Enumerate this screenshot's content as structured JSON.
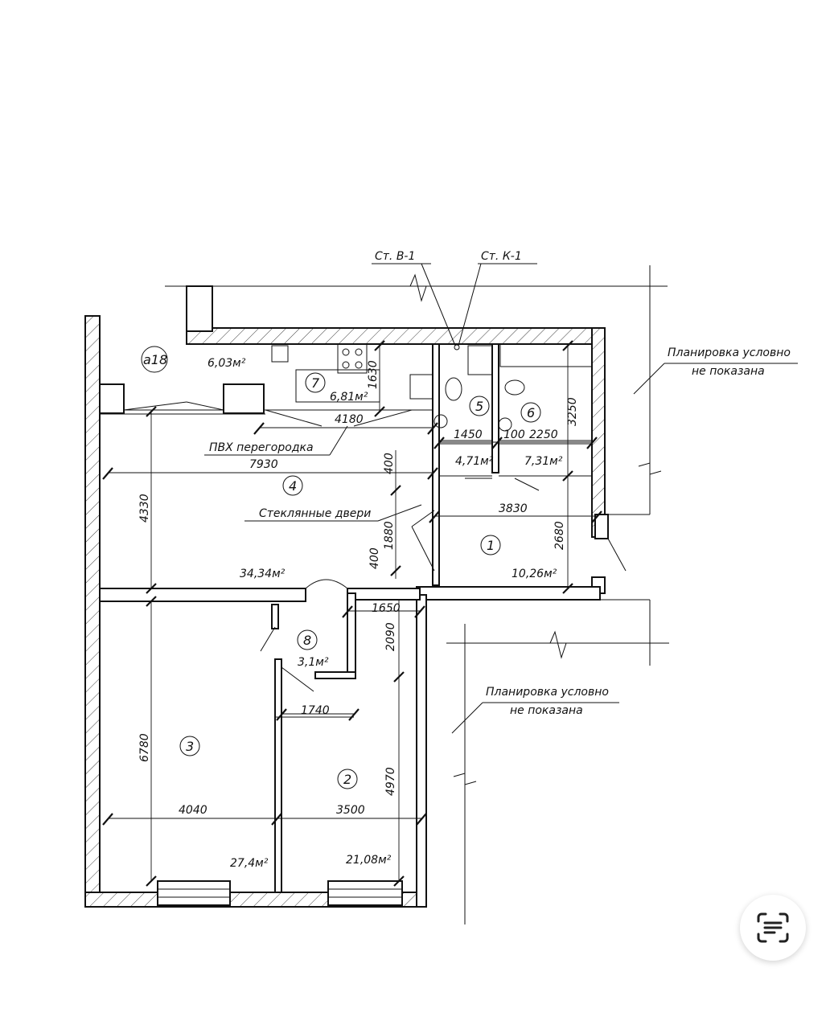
{
  "stacks": {
    "water": "Ст. В-1",
    "sewer": "Ст. К-1"
  },
  "notes": {
    "layout_not_shown_1": "Планировка условно",
    "layout_not_shown_2": "не показана",
    "pvc_partition": "ПВХ перегородка",
    "glass_doors": "Стеклянные двери"
  },
  "balcony": {
    "id": "а18",
    "area": "6,03м²"
  },
  "rooms": [
    {
      "number": "1",
      "area": "10,26м²"
    },
    {
      "number": "2",
      "area": "21,08м²"
    },
    {
      "number": "3",
      "area": "27,4м²"
    },
    {
      "number": "4",
      "area": "34,34м²"
    },
    {
      "number": "5",
      "area": "4,71м²"
    },
    {
      "number": "6",
      "area": "7,31м²"
    },
    {
      "number": "7",
      "area": "6,81м²"
    },
    {
      "number": "8",
      "area": "3,1м²"
    }
  ],
  "dimensions": {
    "d7930": "7930",
    "d4180": "4180",
    "d1630": "1630",
    "d1450": "1450",
    "d100": "100",
    "d2250": "2250",
    "d3250": "3250",
    "d400a": "400",
    "d4330": "4330",
    "d3830": "3830",
    "d1880": "1880",
    "d400b": "400",
    "d2680": "2680",
    "d1650": "1650",
    "d2090": "2090",
    "d1740": "1740",
    "d6780": "6780",
    "d4970": "4970",
    "d4040": "4040",
    "d3500": "3500"
  },
  "colors": {
    "line": "#111111",
    "background": "#ffffff"
  },
  "icons": {
    "scan": "text-scan-icon"
  }
}
